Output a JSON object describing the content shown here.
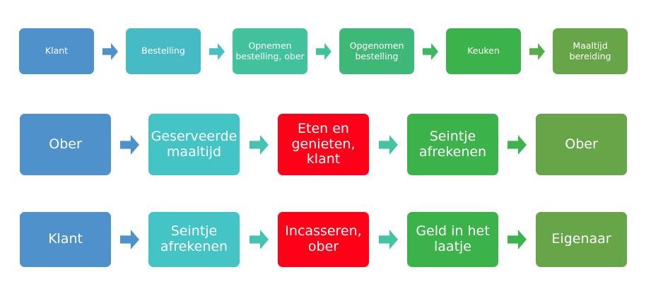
{
  "rows": [
    {
      "steps": [
        {
          "label": "Klant",
          "color": "#4E91CB"
        },
        {
          "label": "Bestelling",
          "color": "#46BBC6"
        },
        {
          "label": "Opnemen bestelling, ober",
          "color": "#43C29E"
        },
        {
          "label": "Opgenomen bestelling",
          "color": "#3FB977"
        },
        {
          "label": "Keuken",
          "color": "#3CB24A"
        },
        {
          "label": "Maaltijd bereiding",
          "color": "#66A548"
        }
      ]
    },
    {
      "steps": [
        {
          "label": "Ober",
          "color": "#4E91CB"
        },
        {
          "label": "Geserveerde maaltijd",
          "color": "#44C4C4"
        },
        {
          "label": "Eten en genieten, klant",
          "color": "#FF0019"
        },
        {
          "label": "Seintje afrekenen",
          "color": "#3CB24A"
        },
        {
          "label": "Ober",
          "color": "#66A548"
        }
      ]
    },
    {
      "steps": [
        {
          "label": "Klant",
          "color": "#4E91CB"
        },
        {
          "label": "Seintje afrekenen",
          "color": "#44C4C4"
        },
        {
          "label": "Incasseren, ober",
          "color": "#FF0019"
        },
        {
          "label": "Geld in het laatje",
          "color": "#3CB24A"
        },
        {
          "label": "Eigenaar",
          "color": "#66A548"
        }
      ]
    }
  ],
  "arrow_colors": {
    "row1": [
      "#4E91CB",
      "#45C0C4",
      "#42C19A",
      "#3DB760",
      "#55AC48"
    ],
    "row2": [
      "#4E91CB",
      "#44C4B0",
      "#44C4A0",
      "#3DB34F",
      "#5CA947"
    ],
    "row3": [
      "#4E91CB",
      "#44C4B0",
      "#44C4A0",
      "#3DB34F",
      "#5CA947"
    ]
  }
}
